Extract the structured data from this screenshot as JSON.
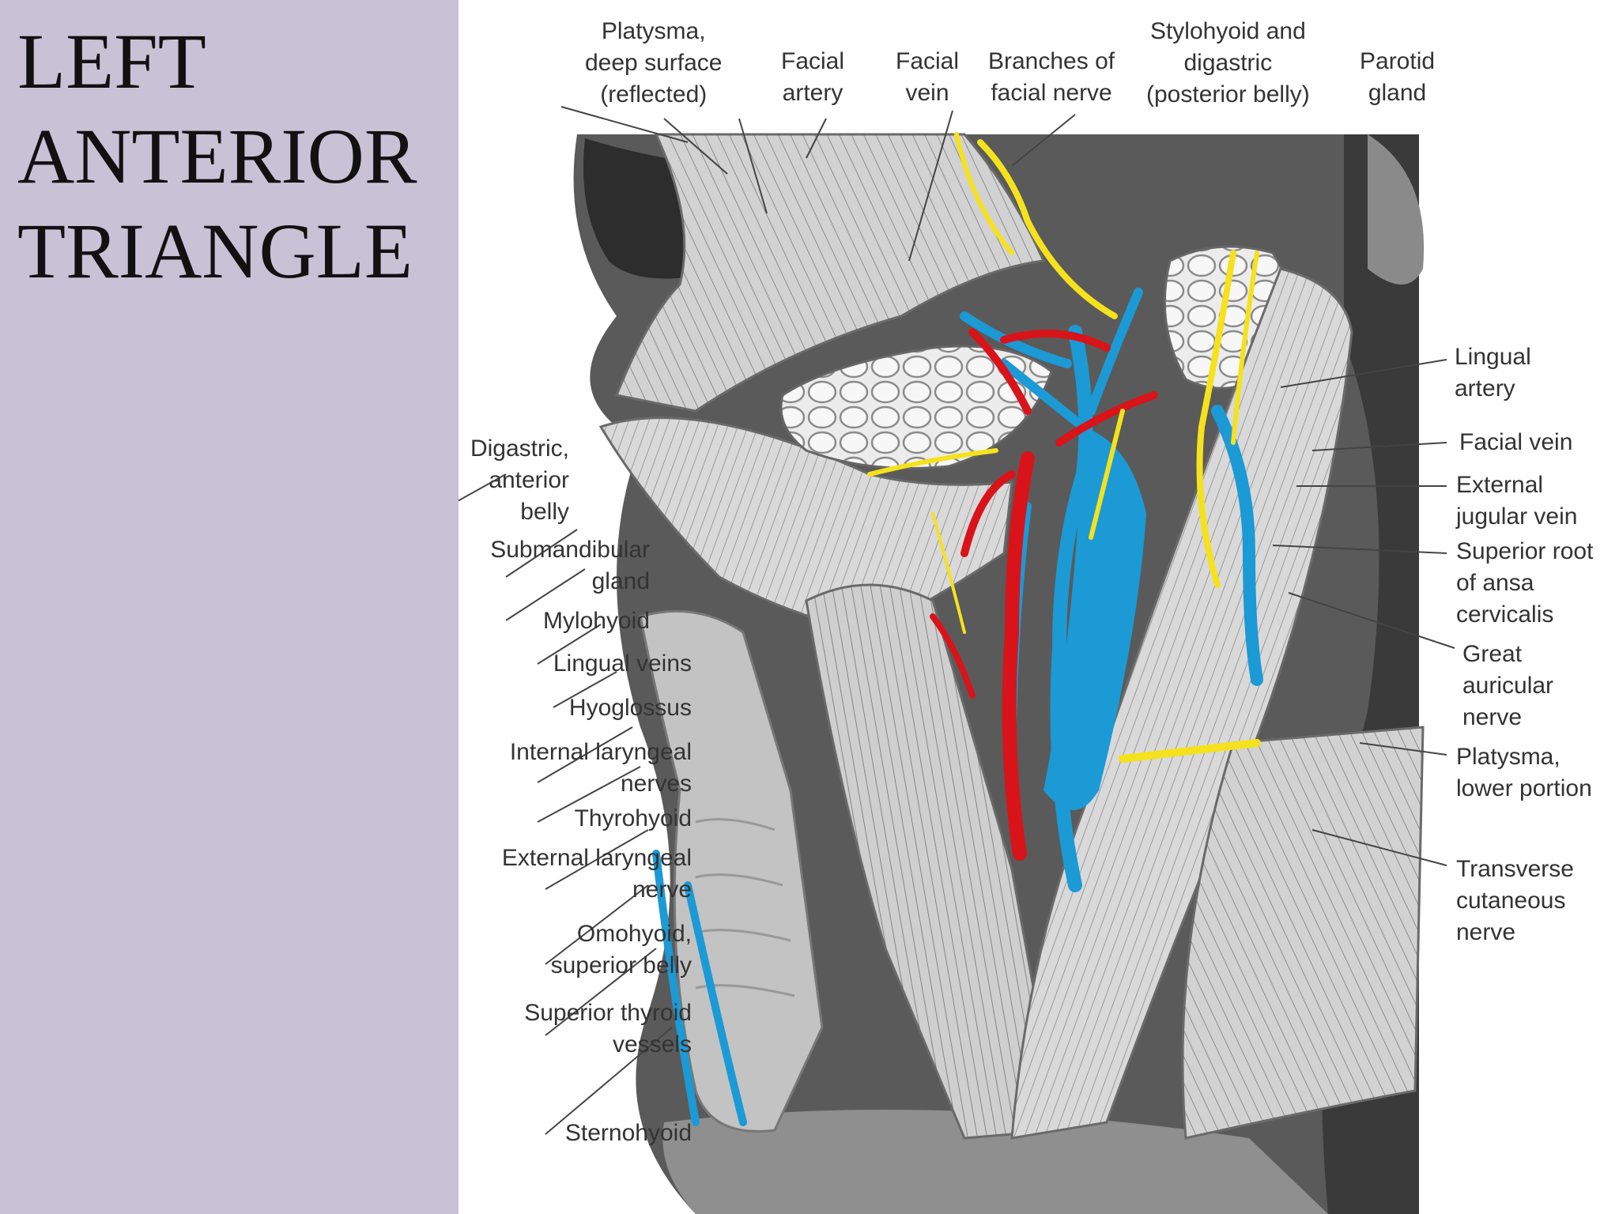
{
  "title": {
    "lines": [
      "LEFT",
      "ANTERIOR",
      "TRIANGLE"
    ]
  },
  "labels": {
    "top": [
      {
        "name": "label-platysma-deep-surface",
        "text": "Platysma,\ndeep surface\n(reflected)"
      },
      {
        "name": "label-facial-artery-top",
        "text": "Facial\nartery"
      },
      {
        "name": "label-facial-vein-top",
        "text": "Facial\nvein"
      },
      {
        "name": "label-branches-facial-nerve",
        "text": "Branches of\nfacial nerve"
      },
      {
        "name": "label-stylohyoid-digastric",
        "text": "Stylohyoid and\ndigastric\n(posterior belly)"
      },
      {
        "name": "label-parotid-gland",
        "text": "Parotid\ngland"
      }
    ],
    "left": [
      {
        "name": "label-digastric-anterior-belly",
        "text": "Digastric,\nanterior\nbelly"
      },
      {
        "name": "label-submandibular-gland",
        "text": "Submandibular\ngland"
      },
      {
        "name": "label-mylohyoid",
        "text": "Mylohyoid"
      },
      {
        "name": "label-lingual-veins",
        "text": "Lingual veins"
      },
      {
        "name": "label-hyoglossus",
        "text": "Hyoglossus"
      },
      {
        "name": "label-internal-laryngeal-nerves",
        "text": "Internal laryngeal\nnerves"
      },
      {
        "name": "label-thyrohyoid",
        "text": "Thyrohyoid"
      },
      {
        "name": "label-external-laryngeal-nerve",
        "text": "External laryngeal\nnerve"
      },
      {
        "name": "label-omohyoid-superior-belly",
        "text": "Omohyoid,\nsuperior belly"
      },
      {
        "name": "label-superior-thyroid-vessels",
        "text": "Superior thyroid\nvessels"
      },
      {
        "name": "label-sternohyoid",
        "text": "Sternohyoid"
      }
    ],
    "right": [
      {
        "name": "label-lingual-artery",
        "text": "Lingual\nartery"
      },
      {
        "name": "label-facial-vein-right",
        "text": "Facial vein"
      },
      {
        "name": "label-external-jugular-vein",
        "text": "External\njugular vein"
      },
      {
        "name": "label-superior-root-ansa-cervicalis",
        "text": "Superior root\nof ansa\ncervicalis"
      },
      {
        "name": "label-great-auricular-nerve",
        "text": "Great\nauricular\nnerve"
      },
      {
        "name": "label-platysma-lower-portion",
        "text": "Platysma,\nlower portion"
      },
      {
        "name": "label-transverse-cutaneous-nerve",
        "text": "Transverse\ncutaneous\nnerve"
      }
    ]
  },
  "colors": {
    "sidebar": "#c7c2d6",
    "artery": "#d8141a",
    "vein": "#1b9ad6",
    "nerve": "#f5e21c",
    "muscle": "#c9c9c9",
    "gland": "#e6e6e6"
  }
}
